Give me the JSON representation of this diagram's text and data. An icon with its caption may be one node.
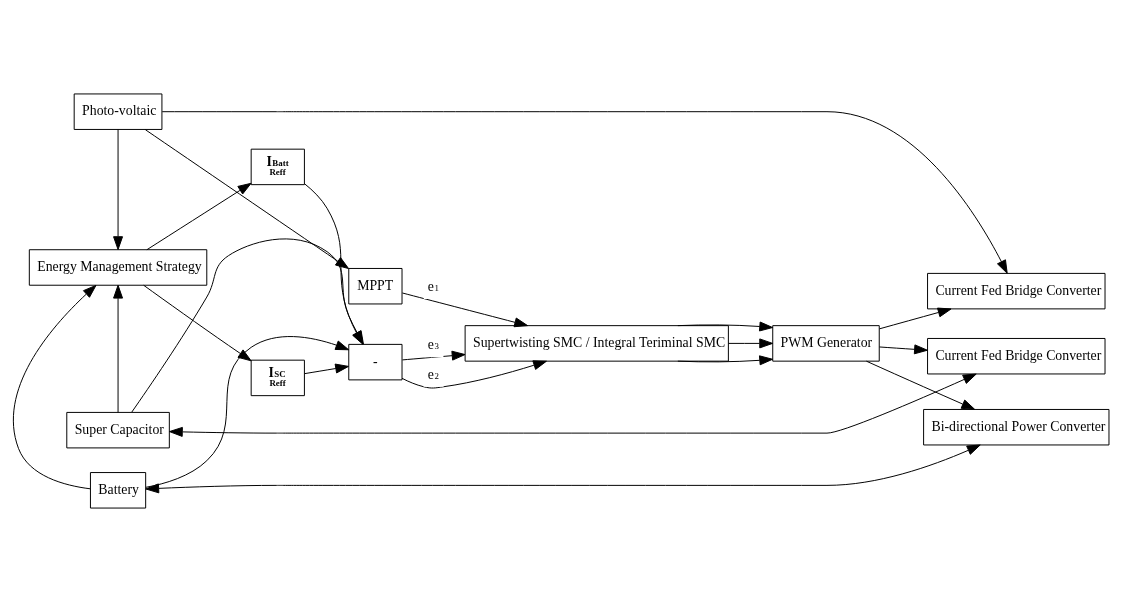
{
  "diagram": {
    "nodes": [
      {
        "text": [
          "Energy Management Strategy"
        ]
      },
      {
        "text": [
          "I$_{Batt}$",
          "Reff"
        ]
      },
      {
        "text": [
          "I$_{SC}$",
          "Reff"
        ]
      },
      {
        "text": [
          "-"
        ]
      },
      {
        "text": [
          "Supertwisting SMC / Integral Teriminal SMC"
        ]
      },
      {
        "text": [
          "MPPT"
        ]
      },
      {
        "text": [
          "PWM Generator"
        ]
      },
      {
        "text": [
          "Photo-voltaic"
        ]
      },
      {
        "text": [
          "Current Fed Bridge Converter"
        ]
      },
      {
        "text": [
          "Super Capacitor"
        ]
      },
      {
        "text": [
          "Current Fed Bridge Converter"
        ]
      },
      {
        "text": [
          "Battery"
        ]
      },
      {
        "text": [
          "Bi-directional Power Converter"
        ]
      }
    ],
    "edges": [
      {
        "from": 0,
        "to": 1,
        "arrow": "to"
      },
      {
        "from": 0,
        "to": 2,
        "arrow": "to"
      },
      {
        "from": 1,
        "to": 3,
        "arrow": "to"
      },
      {
        "from": 2,
        "to": 3,
        "arrow": "to"
      },
      {
        "from": 3,
        "to": 4,
        "arrow": "to",
        "label": "e$_{3}$"
      },
      {
        "from": 3,
        "to": 4,
        "arrow": "to",
        "label": "e$_{2}$"
      },
      {
        "from": 5,
        "to": 4,
        "arrow": "to",
        "label": "e$_{1}$"
      },
      {
        "from": 4,
        "to": 6,
        "arrow": "to"
      },
      {
        "from": 4,
        "to": 6,
        "arrow": "to"
      },
      {
        "from": 4,
        "to": 6,
        "arrow": "to"
      },
      {
        "from": 7,
        "to": 0,
        "arrow": "to"
      },
      {
        "from": 9,
        "to": 0,
        "arrow": "to"
      },
      {
        "from": 11,
        "to": 0,
        "arrow": "to"
      },
      {
        "from": 7,
        "to": 8,
        "arrow": "to"
      },
      {
        "from": 7,
        "to": 5,
        "arrow": "to"
      },
      {
        "from": 6,
        "to": 8,
        "arrow": "to"
      },
      {
        "from": 6,
        "to": 10,
        "arrow": "to"
      },
      {
        "from": 6,
        "to": 12,
        "arrow": "to"
      },
      {
        "from": 9,
        "to": 10,
        "arrow": "both"
      },
      {
        "from": 9,
        "to": 3,
        "arrow": "to"
      },
      {
        "from": 11,
        "to": 12,
        "arrow": "both"
      },
      {
        "from": 11,
        "to": 3,
        "arrow": "to"
      }
    ]
  }
}
